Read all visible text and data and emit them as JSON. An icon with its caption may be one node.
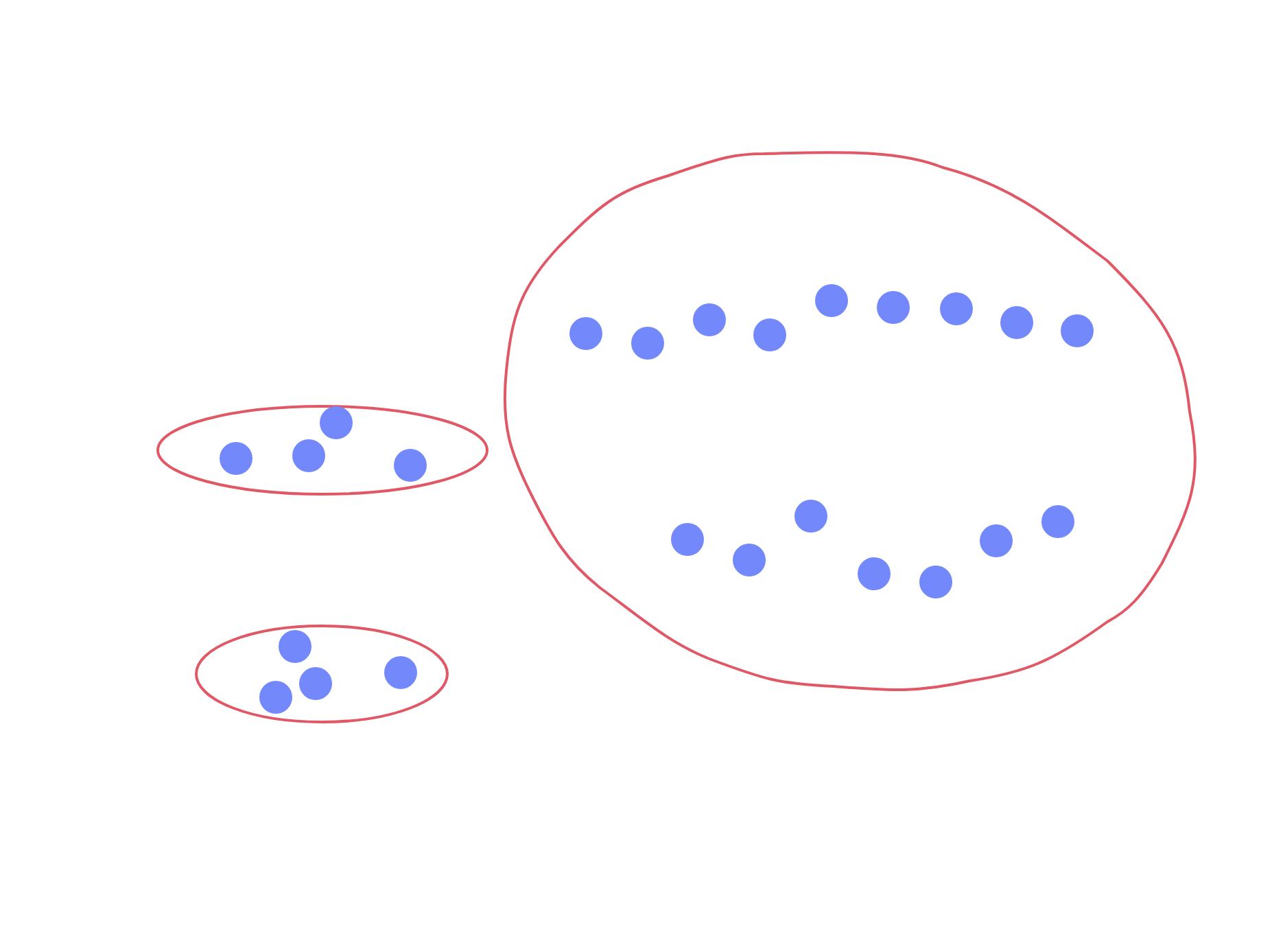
{
  "diagram": {
    "nodes": [
      {
        "text": [],
        "shape": "ellipse"
      },
      {
        "text": [],
        "shape": "circle",
        "in": 0
      },
      {
        "text": [],
        "shape": "circle",
        "in": 0
      },
      {
        "text": [],
        "shape": "circle",
        "in": 0
      },
      {
        "text": [],
        "shape": "circle",
        "in": 0
      },
      {
        "text": [],
        "shape": "ellipse"
      },
      {
        "text": [],
        "shape": "circle",
        "in": 5
      },
      {
        "text": [],
        "shape": "circle",
        "in": 5
      },
      {
        "text": [],
        "shape": "circle",
        "in": 5
      },
      {
        "text": [],
        "shape": "circle",
        "in": 5
      },
      {
        "text": [],
        "shape": "ellipse"
      },
      {
        "text": [],
        "shape": "circle",
        "in": 10
      },
      {
        "text": [],
        "shape": "circle",
        "in": 10
      },
      {
        "text": [],
        "shape": "circle",
        "in": 10
      },
      {
        "text": [],
        "shape": "circle",
        "in": 10
      },
      {
        "text": [],
        "shape": "circle",
        "in": 10
      },
      {
        "text": [],
        "shape": "circle",
        "in": 10
      },
      {
        "text": [],
        "shape": "circle",
        "in": 10
      },
      {
        "text": [],
        "shape": "circle",
        "in": 10
      },
      {
        "text": [],
        "shape": "circle",
        "in": 10
      },
      {
        "text": [],
        "shape": "circle",
        "in": 10
      },
      {
        "text": [],
        "shape": "circle",
        "in": 10
      },
      {
        "text": [],
        "shape": "circle",
        "in": 10
      },
      {
        "text": [],
        "shape": "circle",
        "in": 10
      },
      {
        "text": [],
        "shape": "circle",
        "in": 10
      },
      {
        "text": [],
        "shape": "circle",
        "in": 10
      },
      {
        "text": [],
        "shape": "circle",
        "in": 10
      }
    ]
  }
}
